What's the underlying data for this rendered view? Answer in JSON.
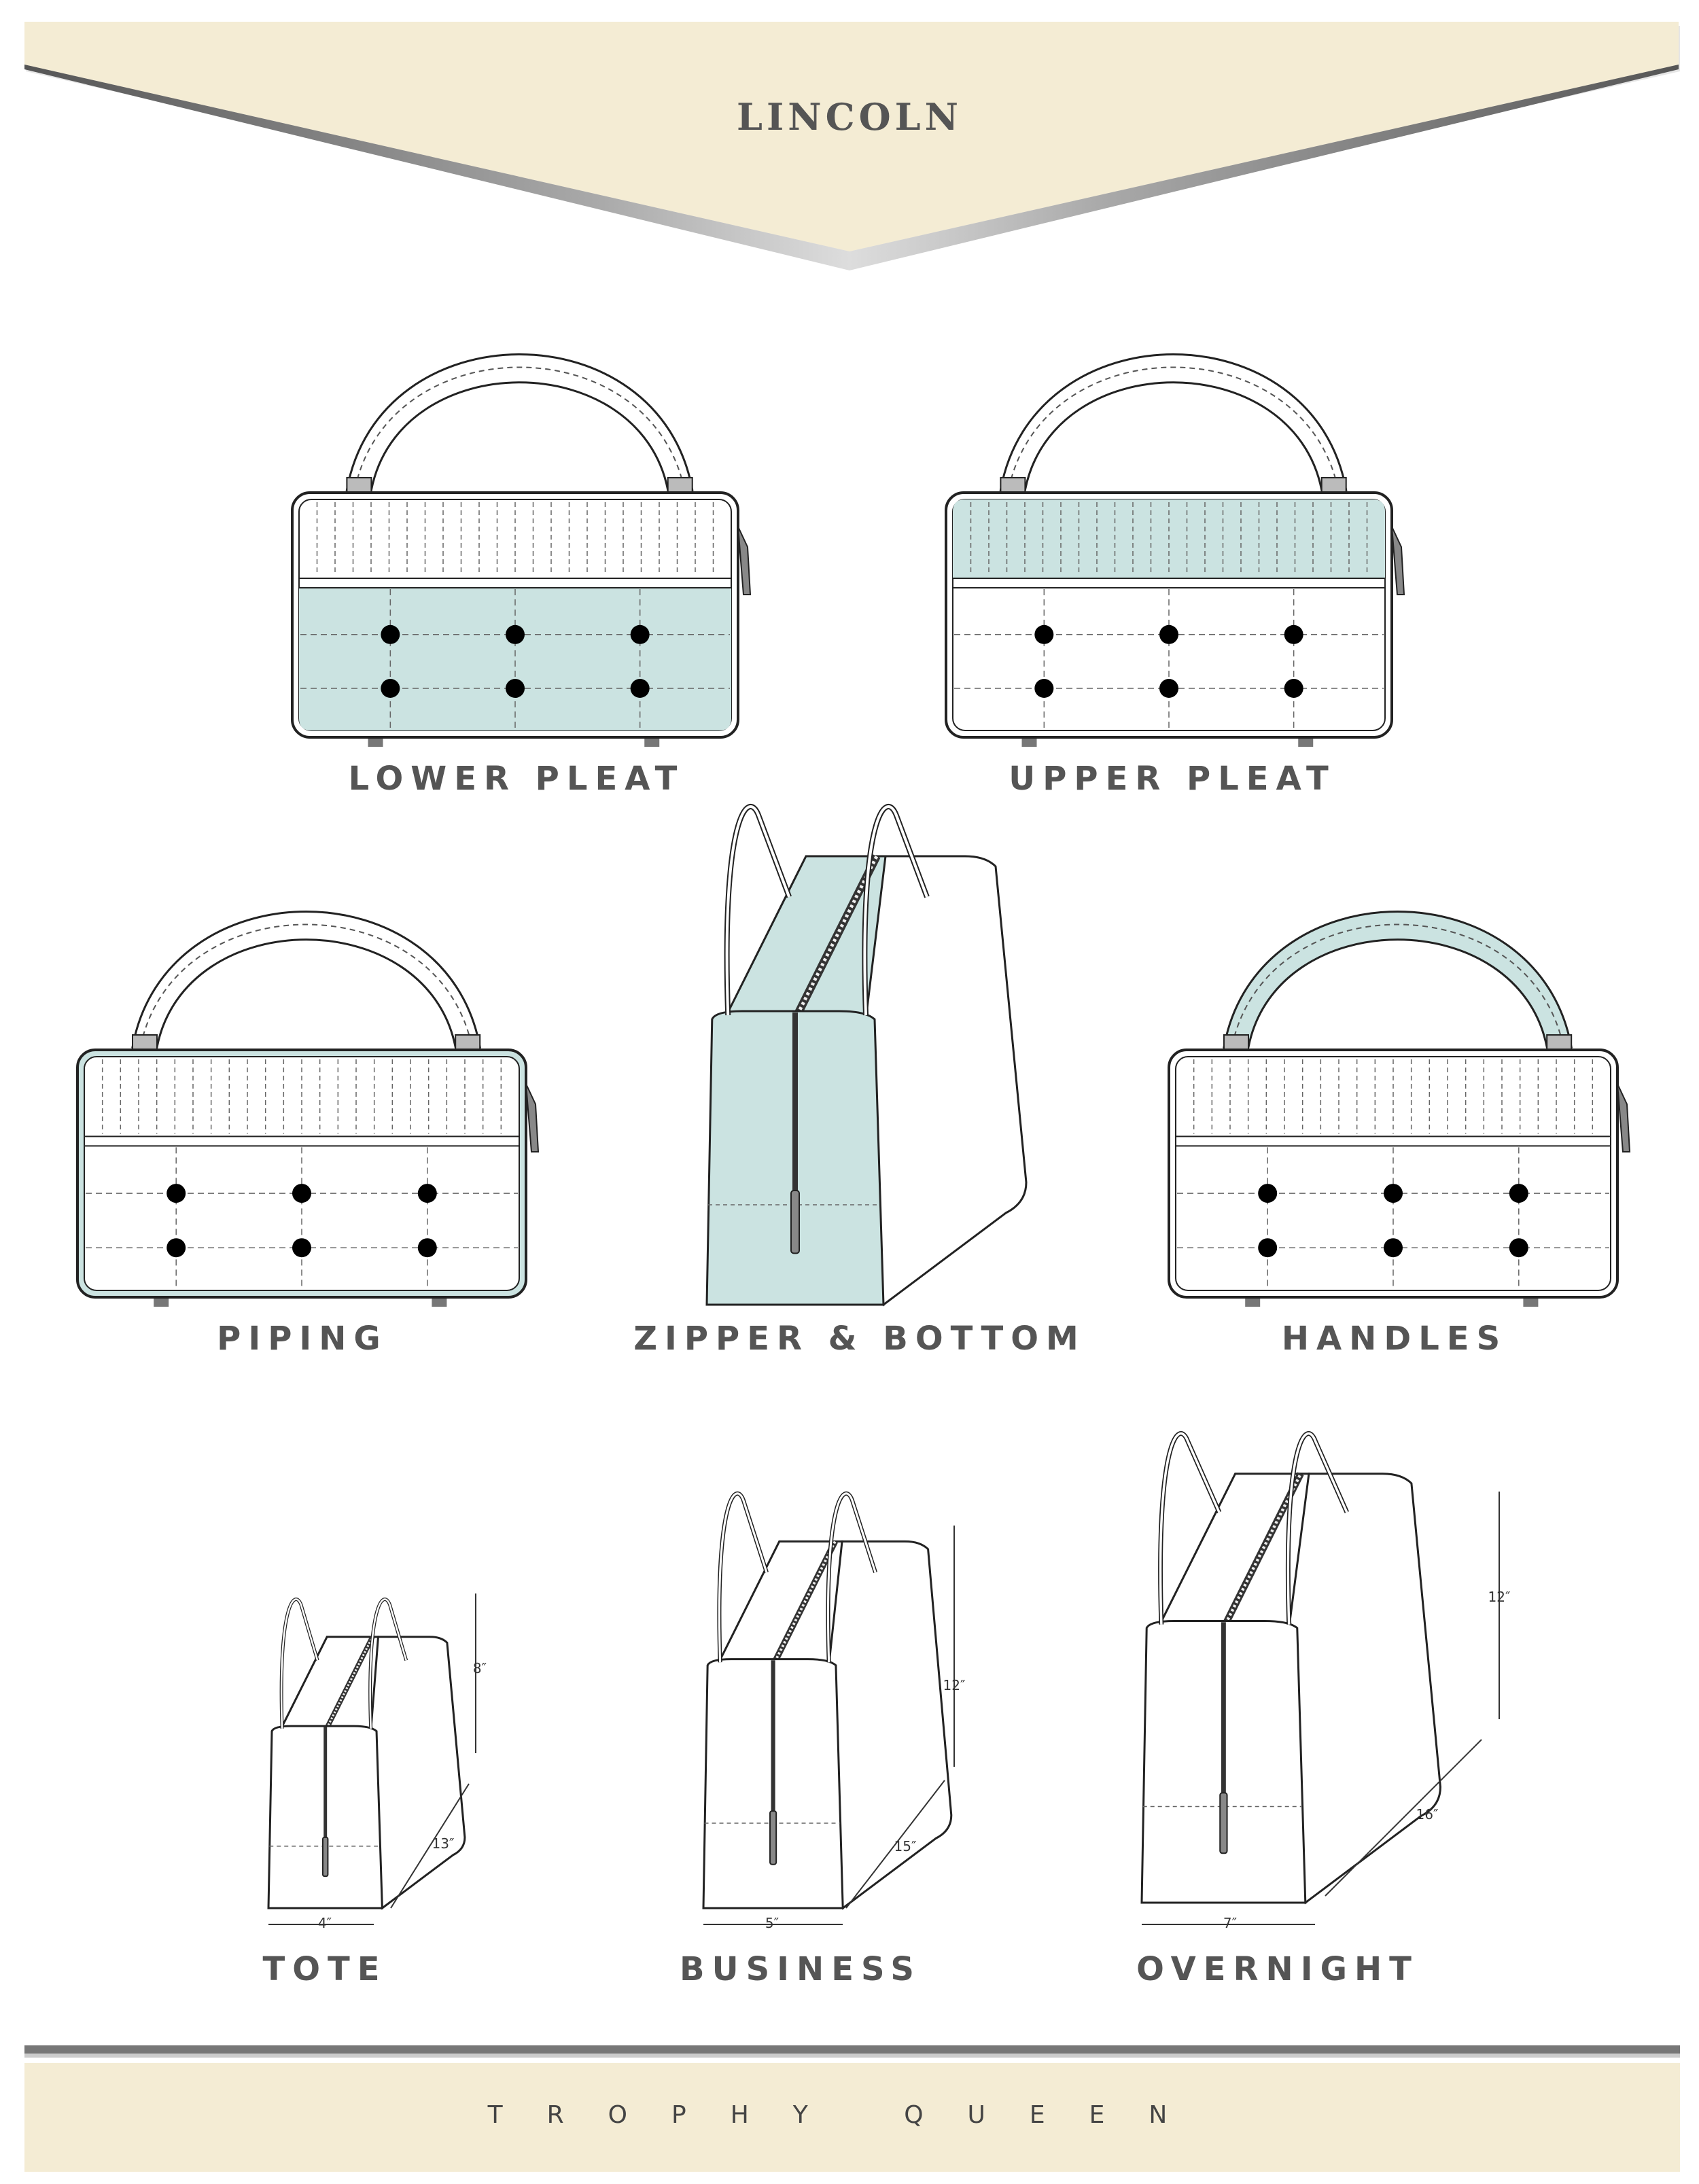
{
  "header": {
    "title": "LINCOLN"
  },
  "footer": {
    "brand": "TROPHY QUEEN"
  },
  "colors": {
    "banner": "#f4ecd4",
    "highlight": "#cbe3e1",
    "line": "#222222",
    "chrome": "#666666"
  },
  "views": [
    {
      "label": "LOWER PLEAT",
      "highlight": "lower"
    },
    {
      "label": "UPPER PLEAT",
      "highlight": "upper"
    },
    {
      "label": "PIPING",
      "highlight": "piping"
    },
    {
      "label": "ZIPPER & BOTTOM",
      "highlight": "zipper-bottom"
    },
    {
      "label": "HANDLES",
      "highlight": "handles"
    }
  ],
  "sizes": [
    {
      "label": "TOTE",
      "height": "8″",
      "length": "13″",
      "depth": "4″"
    },
    {
      "label": "BUSINESS",
      "height": "12″",
      "length": "15″",
      "depth": "5″"
    },
    {
      "label": "OVERNIGHT",
      "height": "12″",
      "length": "16″",
      "depth": "7″"
    }
  ]
}
